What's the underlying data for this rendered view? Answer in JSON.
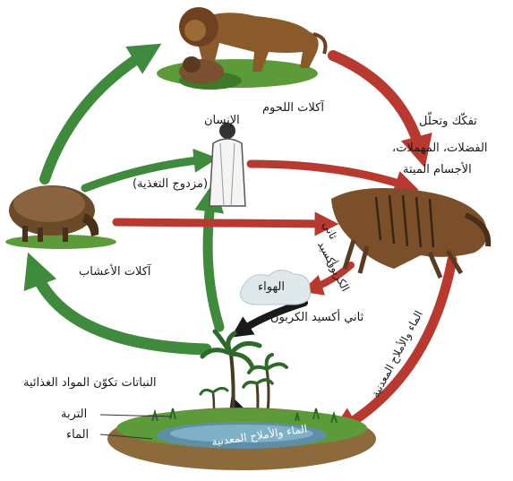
{
  "labels": {
    "carnivores": "آكلات اللحوم",
    "human": "الإنسان",
    "human_note": "(مزدوج التغذية)",
    "herbivores": "آكلات الأعشاب",
    "decomposition_line1": "تفكّك وتحلّل",
    "decomposition_line2": "الفضلات، المهملات،",
    "decomposition_line3": "الأجسام الميتة",
    "co2_rotated_line1": "ثاني",
    "co2_rotated_line2": "أكسيد",
    "co2_rotated_line3": "الكربون",
    "air": "الهواء",
    "co2": "ثاني أكسيد الكربون",
    "water_minerals_side": "الماء والأملاح المعدنية",
    "plants": "النباتات تكوّن المواد الغذائية",
    "soil": "التربة",
    "water": "الماء",
    "water_minerals_pond": "الماء والأملاح المعدنية"
  },
  "colors": {
    "green_arrow": "#3f8a3c",
    "red_arrow": "#b8392f",
    "black_arrow": "#1a1a1a",
    "grass": "#5d9a3a",
    "lion": "#8a5a2a",
    "sheep": "#6b4a2a",
    "carcass": "#7a4f2a",
    "pond": "#5f8fa8",
    "soil": "#8c6a3c",
    "air_cloud": "#dfe8ea"
  },
  "icons": [
    "lion-icon",
    "human-icon",
    "sheep-icon",
    "carcass-icon",
    "palm-tree-icon",
    "cloud-icon",
    "pond-icon"
  ]
}
